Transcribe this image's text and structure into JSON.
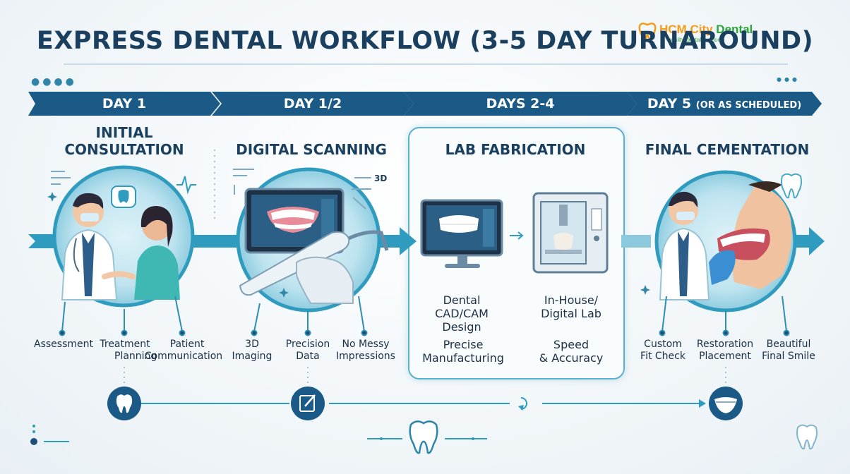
{
  "title": "EXPRESS DENTAL WORKFLOW (3-5 DAY TURNAROUND)",
  "brand": {
    "name_part1": "HCM City",
    "name_part2": "Dental",
    "tagline": "quality dental services"
  },
  "banners": [
    {
      "label": "DAY 1",
      "sub": ""
    },
    {
      "label": "DAY 1/2",
      "sub": ""
    },
    {
      "label": "DAYS 2-4",
      "sub": ""
    },
    {
      "label": "DAY 5",
      "sub": "(OR AS SCHEDULED)"
    }
  ],
  "stages": [
    {
      "title_line1": "INITIAL",
      "title_line2": "CONSULTATION",
      "items": [
        {
          "l1": "Assessment",
          "l2": ""
        },
        {
          "l1": "Treatment",
          "l2": "Planning"
        },
        {
          "l1": "Patient",
          "l2": "Communication"
        }
      ]
    },
    {
      "title_line1": "DIGITAL SCANNING",
      "title_line2": "",
      "badge": "3D",
      "items": [
        {
          "l1": "3D",
          "l2": "Imaging"
        },
        {
          "l1": "Precision",
          "l2": "Data"
        },
        {
          "l1": "No Messy",
          "l2": "Impressions"
        }
      ]
    },
    {
      "title_line1": "LAB FABRICATION",
      "title_line2": "",
      "items": [
        {
          "l1": "Dental",
          "l2": "CAD/CAM",
          "l3": "Design"
        },
        {
          "l1": "In-House/",
          "l2": "Digital Lab"
        },
        {
          "l1": "Precise",
          "l2": "Manufacturing"
        },
        {
          "l1": "Speed",
          "l2": "& Accuracy"
        }
      ]
    },
    {
      "title_line1": "FINAL CEMENTATION",
      "title_line2": "",
      "items": [
        {
          "l1": "Custom",
          "l2": "Fit Check"
        },
        {
          "l1": "Restoration",
          "l2": "Placement"
        },
        {
          "l1": "Beautiful",
          "l2": "Final Smile"
        }
      ]
    }
  ],
  "colors": {
    "navy": "#1b4f78",
    "teal": "#2f9cbf",
    "accent": "#5cb0c9",
    "title": "#1b3f5e"
  },
  "icons": [
    "tooth-icon",
    "tablet-pen-icon",
    "refresh-arrow-icon",
    "smile-icon",
    "doctor-patient-illustration",
    "intraoral-scanner-illustration",
    "cad-monitor-illustration",
    "milling-machine-illustration",
    "cementation-illustration"
  ]
}
